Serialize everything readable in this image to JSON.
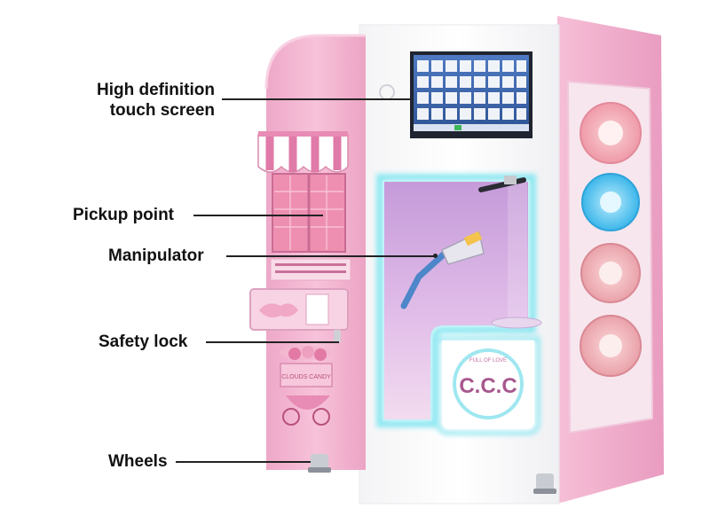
{
  "callouts": {
    "touch_screen_line1": "High definition",
    "touch_screen_line2": "touch screen",
    "pickup_point": "Pickup point",
    "manipulator": "Manipulator",
    "safety_lock": "Safety lock",
    "wheels": "Wheels"
  },
  "machine_text": {
    "bowl_top": "FULL OF LOVE",
    "bowl_logo": "C.C.C",
    "cart_sign": "CLOUDS CANDY"
  },
  "colors": {
    "body_pink": "#f4b9d4",
    "body_pink_dark": "#e596bb",
    "window_glow": "#8fe8f2",
    "chamber_purple": "#d9b3e6",
    "screen_blue": "#3a63a8"
  }
}
